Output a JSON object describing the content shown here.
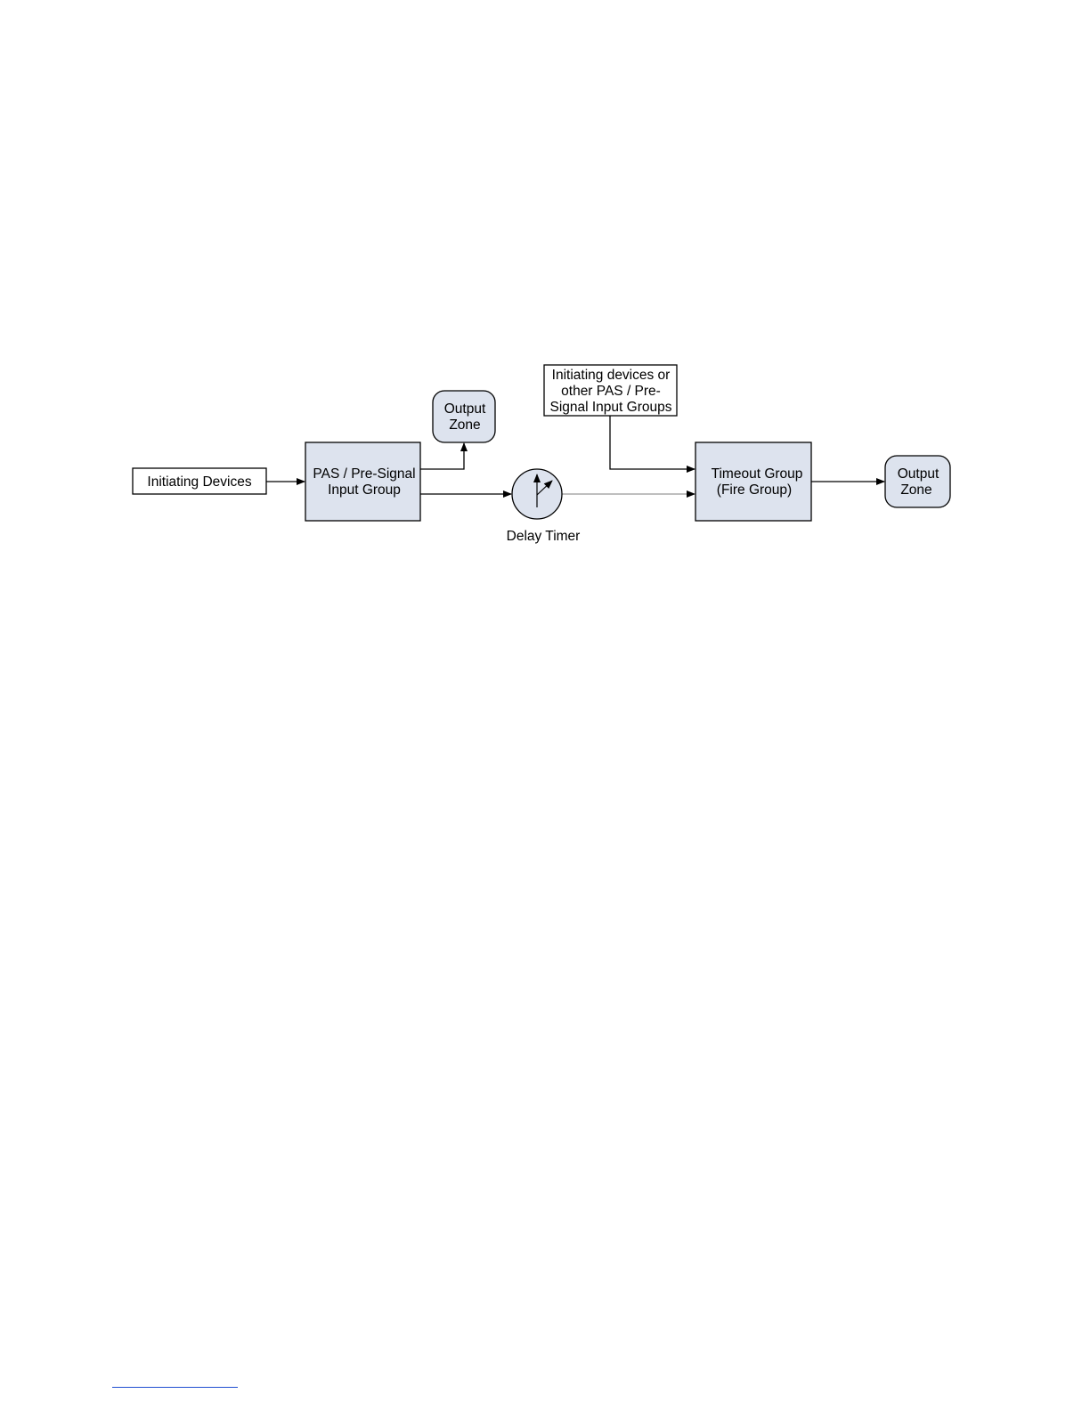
{
  "diagram": {
    "colors": {
      "fill": "#dde3ee",
      "stroke": "#000000",
      "white": "#ffffff"
    },
    "nodes": {
      "initiating_devices": "Initiating Devices",
      "pas_group": [
        "PAS / Pre-Signal",
        "Input Group"
      ],
      "output_zone_top": [
        "Output",
        "Zone"
      ],
      "delay_timer": "Delay Timer",
      "other_inputs": [
        "Initiating devices or",
        "other PAS / Pre-",
        "Signal Input Groups"
      ],
      "timeout_group": [
        "Timeout Group",
        "(Fire Group)"
      ],
      "output_zone_right": [
        "Output",
        "Zone"
      ]
    }
  },
  "footer": {
    "rule_color": "#1f4fd1"
  }
}
